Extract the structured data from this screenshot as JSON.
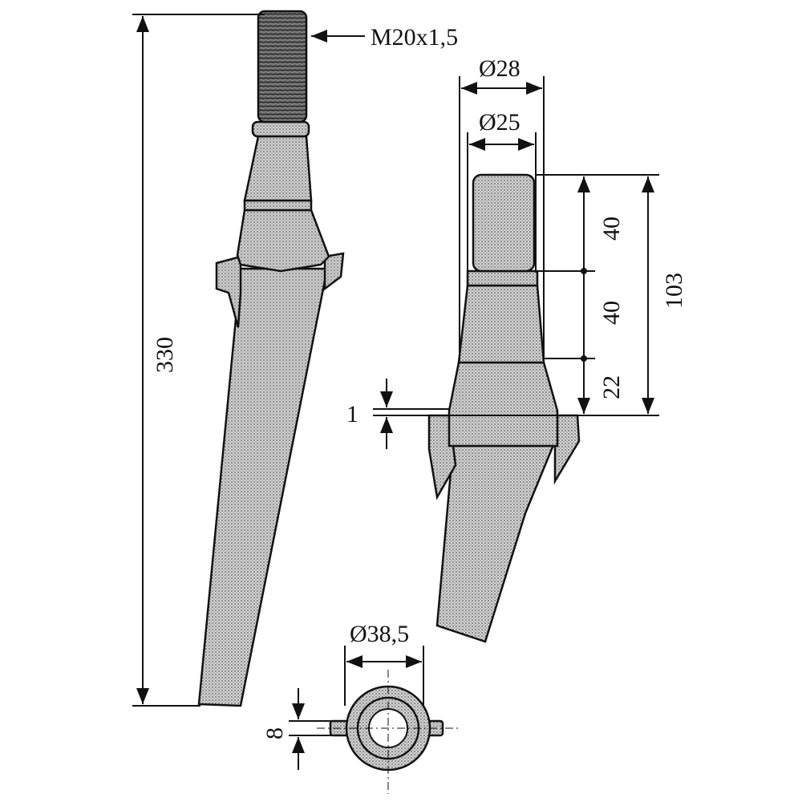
{
  "title": "Tine dimension drawing",
  "labels": {
    "thread": "M20x1,5",
    "length": "330",
    "dia_outer": "Ø28",
    "dia_inner": "Ø25",
    "seg1": "40",
    "seg2": "40",
    "seg3": "22",
    "total": "103",
    "gap": "1",
    "dia_bottom": "Ø38,5",
    "thickness": "8"
  }
}
